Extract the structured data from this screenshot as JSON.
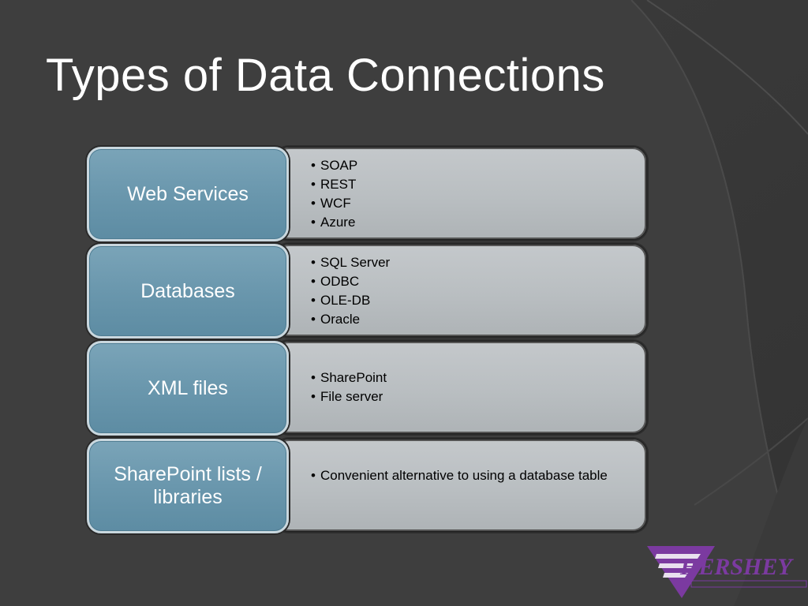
{
  "slide": {
    "title": "Types of Data Connections",
    "colors": {
      "background": "#3a3a3a",
      "category_fill": "#6a97ad",
      "detail_fill": "#bcc0c3",
      "logo": "#7b3aa0"
    }
  },
  "rows": [
    {
      "category": "Web Services",
      "items": [
        "SOAP",
        "REST",
        "WCF",
        "Azure"
      ]
    },
    {
      "category": "Databases",
      "items": [
        "SQL Server",
        "ODBC",
        "OLE-DB",
        "Oracle"
      ]
    },
    {
      "category": "XML files",
      "items": [
        "SharePoint",
        "File server"
      ]
    },
    {
      "category": "SharePoint lists  / libraries",
      "items": [
        "Convenient alternative to using a database table"
      ]
    }
  ],
  "bullet_glyph": "•",
  "logo": {
    "text": "HERSHEY"
  }
}
